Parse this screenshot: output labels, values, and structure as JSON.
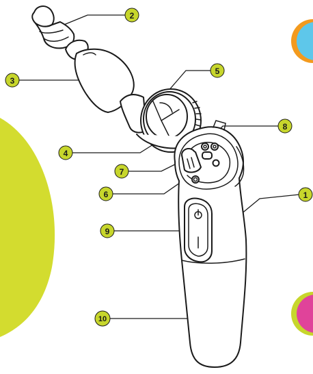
{
  "colors": {
    "lime": "#d3dc2f",
    "badge": "#c7d62c",
    "orange": "#f39a1e",
    "cyan": "#5ec7ea",
    "pink": "#e0439a",
    "outline": "#1a1a1a"
  },
  "callouts": [
    {
      "id": "c1",
      "text": "1"
    },
    {
      "id": "c2",
      "text": "2"
    },
    {
      "id": "c3",
      "text": "3"
    },
    {
      "id": "c4",
      "text": "4"
    },
    {
      "id": "c5",
      "text": "5"
    },
    {
      "id": "c6",
      "text": "6"
    },
    {
      "id": "c7",
      "text": "7"
    },
    {
      "id": "c8",
      "text": "8"
    },
    {
      "id": "c9",
      "text": "9"
    },
    {
      "id": "c10",
      "text": "10"
    }
  ]
}
